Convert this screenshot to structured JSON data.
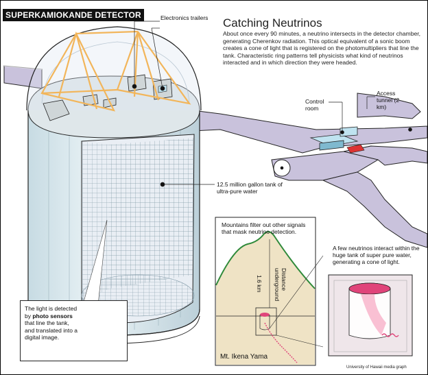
{
  "header": {
    "title": "SUPERKAMIOKANDE DETECTOR"
  },
  "article": {
    "title": "Catching Neutrinos",
    "body": "About once every 90 minutes, a neutrino intersects in the detector chamber, generating Cherenkov radiation. This optical equivalent of a sonic boom creates a cone of light that is registered on the photomultipliers that line the tank. Characteristic ring patterns tell physicists what kind of neutrinos interacted and in which direction they were headed."
  },
  "labels": {
    "electronics": "Electronics trailers",
    "control_room": "Control room",
    "access_tunnel": "Access tunnel (2 km)",
    "tank": "12.5 million gallon tank of ultra-pure water",
    "mountains": "Mountains filter out other signals that mask neutrino detection.",
    "few_neutrinos": "A few neutrinos interact within the huge tank of super pure water, generating a cone of light.",
    "depth_label": "Distance underground",
    "depth_value": "1.6 km",
    "mountain_name": "Mt. Ikena Yama"
  },
  "sensor_callout": {
    "before": "The light is detected by ",
    "bold": "photo sensors",
    "after": " that line the tank, and translated into a digital image."
  },
  "credit": "University of Hawaii media graph",
  "colors": {
    "tank_body": "#d8e8ee",
    "tunnel": "#c9c2dc",
    "grid": "#8aa3b0",
    "truss": "#f2b55a",
    "mountain_fill": "#efe3c5",
    "mountain_line": "#2f8a3a",
    "pink": "#e0447a",
    "box_fill": "#efe6ea"
  }
}
